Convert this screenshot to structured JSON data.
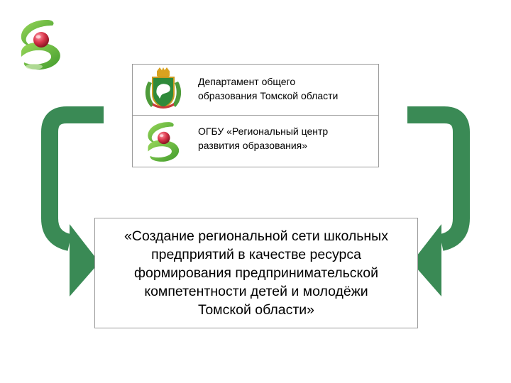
{
  "colors": {
    "arrow": "#3a8a55",
    "logo_green": "#6cbf3c",
    "logo_red": "#d8344a",
    "border": "#9a9a9a"
  },
  "icons": {
    "main_logo": "regional-center-logo-icon",
    "coat_of_arms": "tomsk-region-coat-of-arms-icon",
    "center_logo": "regional-center-logo-icon"
  },
  "organizations": [
    {
      "name": "Департамент общего\nобразования Томской области"
    },
    {
      "name": "ОГБУ «Региональный центр\nразвития образования»"
    }
  ],
  "project": {
    "title": "«Создание региональной сети школьных\nпредприятий в качестве ресурса\nформирования предпринимательской\nкомпетентности детей и молодёжи\nТомской области»"
  }
}
